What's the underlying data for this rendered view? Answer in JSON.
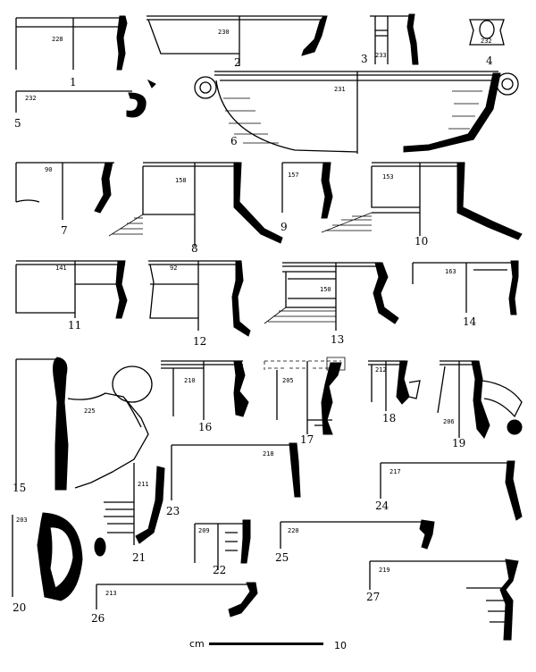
{
  "plate": {
    "scale_unit": "cm",
    "scale_value": "10",
    "figures": [
      {
        "n": "1",
        "cat": "228"
      },
      {
        "n": "2",
        "cat": "230"
      },
      {
        "n": "3",
        "cat": "233"
      },
      {
        "n": "4",
        "cat": "232"
      },
      {
        "n": "5",
        "cat": "232"
      },
      {
        "n": "6",
        "cat": "231"
      },
      {
        "n": "7",
        "cat": "90"
      },
      {
        "n": "8",
        "cat": "158"
      },
      {
        "n": "9",
        "cat": "157"
      },
      {
        "n": "10",
        "cat": "153"
      },
      {
        "n": "11",
        "cat": "141"
      },
      {
        "n": "12",
        "cat": "92"
      },
      {
        "n": "13",
        "cat": "150"
      },
      {
        "n": "14",
        "cat": "163"
      },
      {
        "n": "15",
        "cat": "225"
      },
      {
        "n": "16",
        "cat": "210"
      },
      {
        "n": "17",
        "cat": "205"
      },
      {
        "n": "18",
        "cat": "212"
      },
      {
        "n": "19",
        "cat": "206"
      },
      {
        "n": "20",
        "cat": "203"
      },
      {
        "n": "21",
        "cat": "211"
      },
      {
        "n": "22",
        "cat": "209"
      },
      {
        "n": "23",
        "cat": "218"
      },
      {
        "n": "24",
        "cat": "217"
      },
      {
        "n": "25",
        "cat": "220"
      },
      {
        "n": "26",
        "cat": "213"
      },
      {
        "n": "27",
        "cat": "219"
      }
    ]
  }
}
